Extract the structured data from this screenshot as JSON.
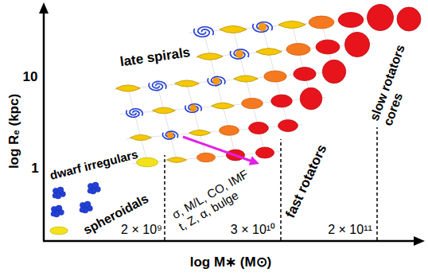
{
  "diagram": {
    "labels": [
      "log Rₑ (kpc)",
      "10",
      "1",
      "dwarf irregulars",
      "late spirals",
      "slow rotators cores",
      "spheroidals",
      "σ, M/L, CO, IMF t, Z, α, bulge",
      "fast rotators",
      "2 × 10⁹",
      "3 × 10¹⁰",
      "2 × 10¹¹",
      "log M∗ (M⊙)"
    ]
  }
}
